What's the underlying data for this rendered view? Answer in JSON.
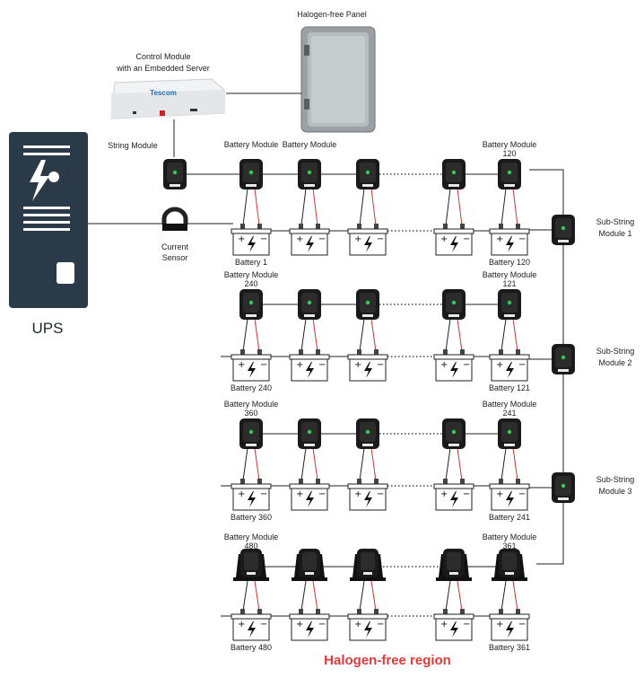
{
  "title_panel": "Halogen-free Panel",
  "control_module": {
    "line1": "Control Module",
    "line2": "with an Embedded Server",
    "brand": "Tescom"
  },
  "string_module": "String Module",
  "current_sensor": {
    "line1": "Current",
    "line2": "Sensor"
  },
  "ups": "UPS",
  "footer": "Halogen-free region",
  "rows": [
    {
      "left_module": "Battery Module",
      "left_module_num": "",
      "second_module": "Battery Module",
      "right_module": "Battery Module",
      "right_module_num": "120",
      "left_battery": "Battery 1",
      "right_battery": "Battery 120"
    },
    {
      "left_module": "Battery Module",
      "left_module_num": "240",
      "second_module": "",
      "right_module": "Battery Module",
      "right_module_num": "121",
      "left_battery": "Battery  240",
      "right_battery": "Battery 121"
    },
    {
      "left_module": "Battery Module",
      "left_module_num": "360",
      "second_module": "",
      "right_module": "Battery Module",
      "right_module_num": "241",
      "left_battery": "Battery  360",
      "right_battery": "Battery 241"
    },
    {
      "left_module": "Battery Module",
      "left_module_num": "480",
      "second_module": "",
      "right_module": "Battery Module",
      "right_module_num": "361",
      "left_battery": "Battery  480",
      "right_battery": "Battery 361"
    }
  ],
  "sub_strings": [
    {
      "line1": "Sub-String",
      "line2": "Module 1"
    },
    {
      "line1": "Sub-String",
      "line2": "Module 2"
    },
    {
      "line1": "Sub-String",
      "line2": "Module 3"
    }
  ],
  "colors": {
    "ups": "#2b3a48",
    "module": "#1a1a1a",
    "led": "#33cc55",
    "plus_wire": "#d63030",
    "footer": "#e03a3a"
  }
}
